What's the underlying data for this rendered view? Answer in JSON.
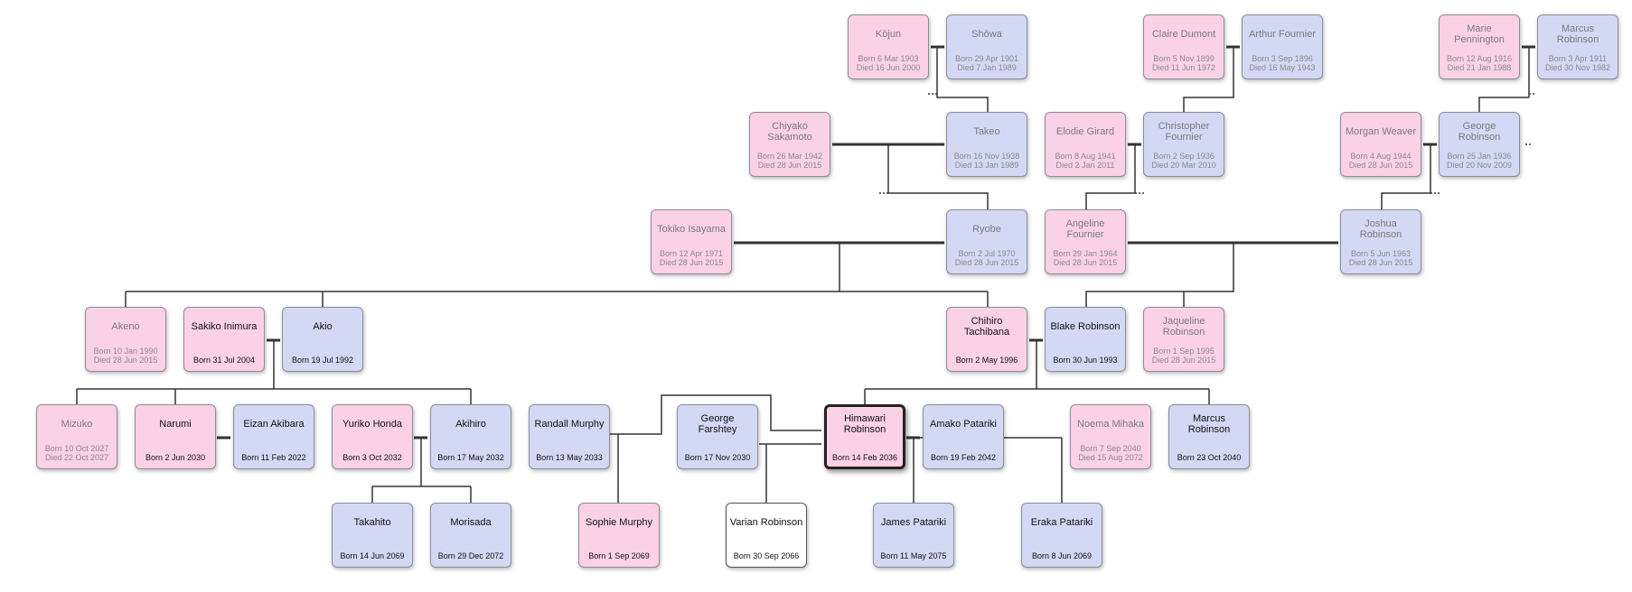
{
  "people": [
    {
      "id": "kojun",
      "name": "Kōjun",
      "born": "Born 6 Mar 1903",
      "died": "Died 16 Jun 2000",
      "sex": "f"
    },
    {
      "id": "showa",
      "name": "Shōwa",
      "born": "Born 29 Apr 1901",
      "died": "Died 7 Jan 1989",
      "sex": "m"
    },
    {
      "id": "claire",
      "name": "Claire Dumont",
      "born": "Born 5 Nov 1899",
      "died": "Died 11 Jun 1972",
      "sex": "f"
    },
    {
      "id": "arthur",
      "name": "Arthur Fournier",
      "born": "Born 3 Sep 1896",
      "died": "Died 16 May 1943",
      "sex": "m"
    },
    {
      "id": "marie",
      "name": "Marie Pennington",
      "born": "Born 12 Aug 1916",
      "died": "Died 21 Jan 1988",
      "sex": "f"
    },
    {
      "id": "marcus_sr",
      "name": "Marcus Robinson",
      "born": "Born 3 Apr 1911",
      "died": "Died 30 Nov 1982",
      "sex": "m"
    },
    {
      "id": "chiyako",
      "name": "Chiyako Sakamoto",
      "born": "Born 26 Mar 1942",
      "died": "Died 28 Jun 2015",
      "sex": "f"
    },
    {
      "id": "takeo",
      "name": "Takeo",
      "born": "Born 16 Nov 1938",
      "died": "Died 13 Jan 1989",
      "sex": "m"
    },
    {
      "id": "elodie",
      "name": "Elodie Girard",
      "born": "Born 8 Aug 1941",
      "died": "Died 2 Jan 2011",
      "sex": "f"
    },
    {
      "id": "christopher",
      "name": "Christopher Fournier",
      "born": "Born 2 Sep 1936",
      "died": "Died 20 Mar 2010",
      "sex": "m"
    },
    {
      "id": "morgan",
      "name": "Morgan Weaver",
      "born": "Born 4 Aug 1944",
      "died": "Died 28 Jun 2015",
      "sex": "f"
    },
    {
      "id": "george_r",
      "name": "George Robinson",
      "born": "Born 25 Jan 1936",
      "died": "Died 20 Nov 2009",
      "sex": "m"
    },
    {
      "id": "tokiko",
      "name": "Tokiko Isayama",
      "born": "Born 12 Apr 1971",
      "died": "Died 28 Jun 2015",
      "sex": "f"
    },
    {
      "id": "ryobe",
      "name": "Ryobe",
      "born": "Born 2 Jul 1970",
      "died": "Died 28 Jun 2015",
      "sex": "m"
    },
    {
      "id": "angeline",
      "name": "Angeline Fournier",
      "born": "Born 29 Jan 1964",
      "died": "Died 28 Jun 2015",
      "sex": "f"
    },
    {
      "id": "joshua",
      "name": "Joshua Robinson",
      "born": "Born 5 Jun 1963",
      "died": "Died 28 Jun 2015",
      "sex": "m"
    },
    {
      "id": "akeno",
      "name": "Akeno",
      "born": "Born 10 Jan 1990",
      "died": "Died 28 Jun 2015",
      "sex": "f"
    },
    {
      "id": "sakiko",
      "name": "Sakiko Inimura",
      "born": "Born 31 Jul 2004",
      "died": "",
      "sex": "f"
    },
    {
      "id": "akio",
      "name": "Akio",
      "born": "Born 19 Jul 1992",
      "died": "",
      "sex": "m"
    },
    {
      "id": "chihiro",
      "name": "Chihiro Tachibana",
      "born": "Born 2 May 1996",
      "died": "",
      "sex": "f"
    },
    {
      "id": "blake",
      "name": "Blake Robinson",
      "born": "Born 30 Jun 1993",
      "died": "",
      "sex": "m"
    },
    {
      "id": "jaqueline",
      "name": "Jaqueline Robinson",
      "born": "Born 1 Sep 1995",
      "died": "Died 28 Jun 2015",
      "sex": "f"
    },
    {
      "id": "mizuko",
      "name": "Mizuko",
      "born": "Born 10 Oct 2027",
      "died": "Died 22 Oct 2027",
      "sex": "f"
    },
    {
      "id": "narumi",
      "name": "Narumi",
      "born": "Born 2 Jun 2030",
      "died": "",
      "sex": "f"
    },
    {
      "id": "eizan",
      "name": "Eizan Akibara",
      "born": "Born 11 Feb 2022",
      "died": "",
      "sex": "m"
    },
    {
      "id": "yuriko",
      "name": "Yuriko Honda",
      "born": "Born 3 Oct 2032",
      "died": "",
      "sex": "f"
    },
    {
      "id": "akihiro",
      "name": "Akihiro",
      "born": "Born 17 May 2032",
      "died": "",
      "sex": "m"
    },
    {
      "id": "randall",
      "name": "Randall Murphy",
      "born": "Born 13 May 2033",
      "died": "",
      "sex": "m"
    },
    {
      "id": "george_f",
      "name": "George Farshtey",
      "born": "Born 17 Nov 2030",
      "died": "",
      "sex": "m"
    },
    {
      "id": "himawari",
      "name": "Himawari Robinson",
      "born": "Born 14 Feb 2036",
      "died": "",
      "sex": "f"
    },
    {
      "id": "amako",
      "name": "Amako Patariki",
      "born": "Born 19 Feb 2042",
      "died": "",
      "sex": "m"
    },
    {
      "id": "noema",
      "name": "Noema Mihaka",
      "born": "Born 7 Sep 2040",
      "died": "Died 15 Aug 2072",
      "sex": "f"
    },
    {
      "id": "marcus_jr",
      "name": "Marcus Robinson",
      "born": "Born 23 Oct 2040",
      "died": "",
      "sex": "m"
    },
    {
      "id": "takahito",
      "name": "Takahito",
      "born": "Born 14 Jun 2069",
      "died": "",
      "sex": "m"
    },
    {
      "id": "morisada",
      "name": "Morisada",
      "born": "Born 29 Dec 2072",
      "died": "",
      "sex": "m"
    },
    {
      "id": "sophie",
      "name": "Sophie Murphy",
      "born": "Born 1 Sep 2069",
      "died": "",
      "sex": "f"
    },
    {
      "id": "varian",
      "name": "Varian Robinson",
      "born": "Born 30 Sep 2066",
      "died": "",
      "sex": "u"
    },
    {
      "id": "james",
      "name": "James Patariki",
      "born": "Born 11 May 2075",
      "died": "",
      "sex": "m"
    },
    {
      "id": "eraka",
      "name": "Eraka Patariki",
      "born": "Born 8 Jun 2069",
      "died": "",
      "sex": "m"
    }
  ],
  "selected": "himawari",
  "colors": {
    "male": "#d3d8f4",
    "female": "#fbd1e6",
    "unknown": "#ffffff",
    "line": "#333333"
  }
}
